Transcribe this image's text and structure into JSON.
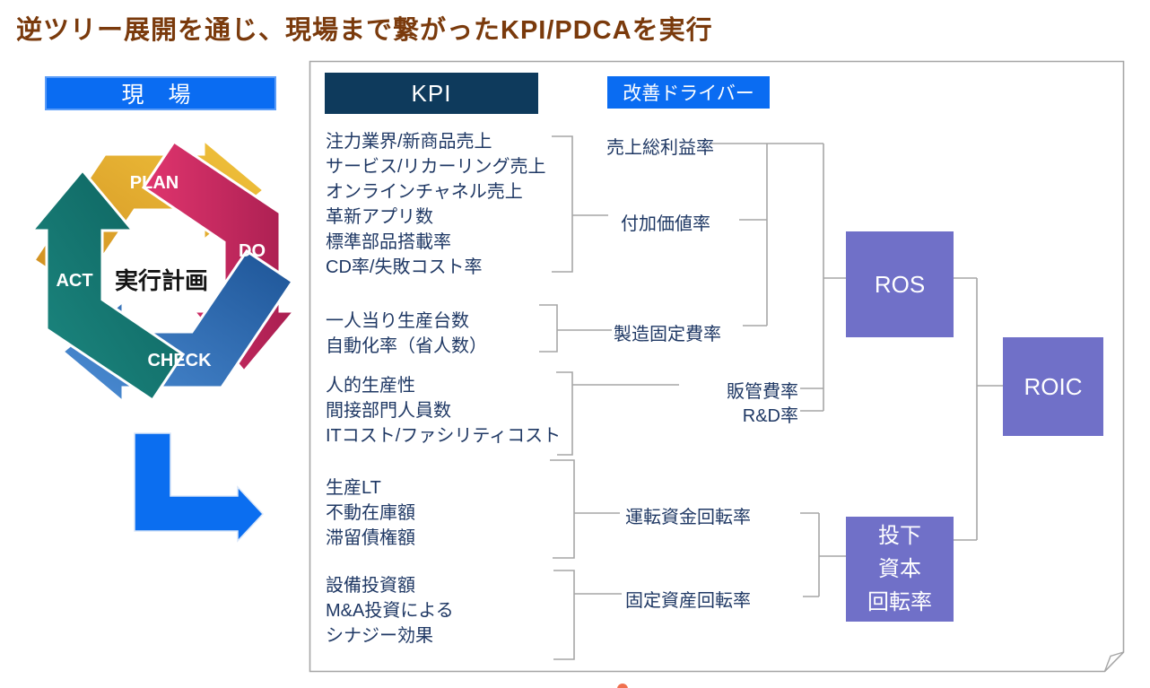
{
  "title": "逆ツリー展開を通じ、現場まで繋がったKPI/PDCAを実行",
  "genba": {
    "label": "現 場"
  },
  "pdca": {
    "plan": "PLAN",
    "do": "DO",
    "check": "CHECK",
    "act": "ACT",
    "center_label": "実行計画"
  },
  "headers": {
    "kpi": "KPI",
    "driver": "改善ドライバー"
  },
  "kpi_groups": [
    {
      "items": [
        "注力業界/新商品売上",
        "サービス/リカーリング売上",
        "オンラインチャネル売上",
        "革新アプリ数",
        "標準部品搭載率",
        "CD率/失敗コスト率"
      ]
    },
    {
      "items": [
        "一人当り生産台数",
        "自動化率（省人数）"
      ]
    },
    {
      "items": [
        "人的生産性",
        "間接部門人員数",
        "ITコスト/ファシリティコスト"
      ]
    },
    {
      "items": [
        "生産LT",
        "不動在庫額",
        "滞留債権額"
      ]
    },
    {
      "items": [
        "設備投資額",
        "M&A投資による",
        "シナジー効果"
      ]
    }
  ],
  "drivers": {
    "gross_margin": "売上総利益率",
    "value_added": "付加価値率",
    "mfg_fixed_cost": "製造固定費率",
    "sga": "販管費率",
    "rnd": "R&D率",
    "working_capital": "運転資金回転率",
    "fixed_asset": "固定資産回転率"
  },
  "outcomes": {
    "ros": "ROS",
    "roic": "ROIC",
    "capital_turnover": "投下\n資本\n回転率"
  },
  "colors": {
    "title_brown": "#7a3a0c",
    "accent_blue": "#0a6cf2",
    "kpi_header_navy": "#0e3a5c",
    "text_navy": "#1f3864",
    "outcome_purple": "#7070c8",
    "connector_gray": "#a6a6a6",
    "pdca_plan_gold": "#e8b52e",
    "pdca_do_crimson": "#c9265e",
    "pdca_check_blue": "#2e6db4",
    "pdca_act_teal": "#15776f",
    "flow_arrow_blue": "#0b6ef0"
  }
}
